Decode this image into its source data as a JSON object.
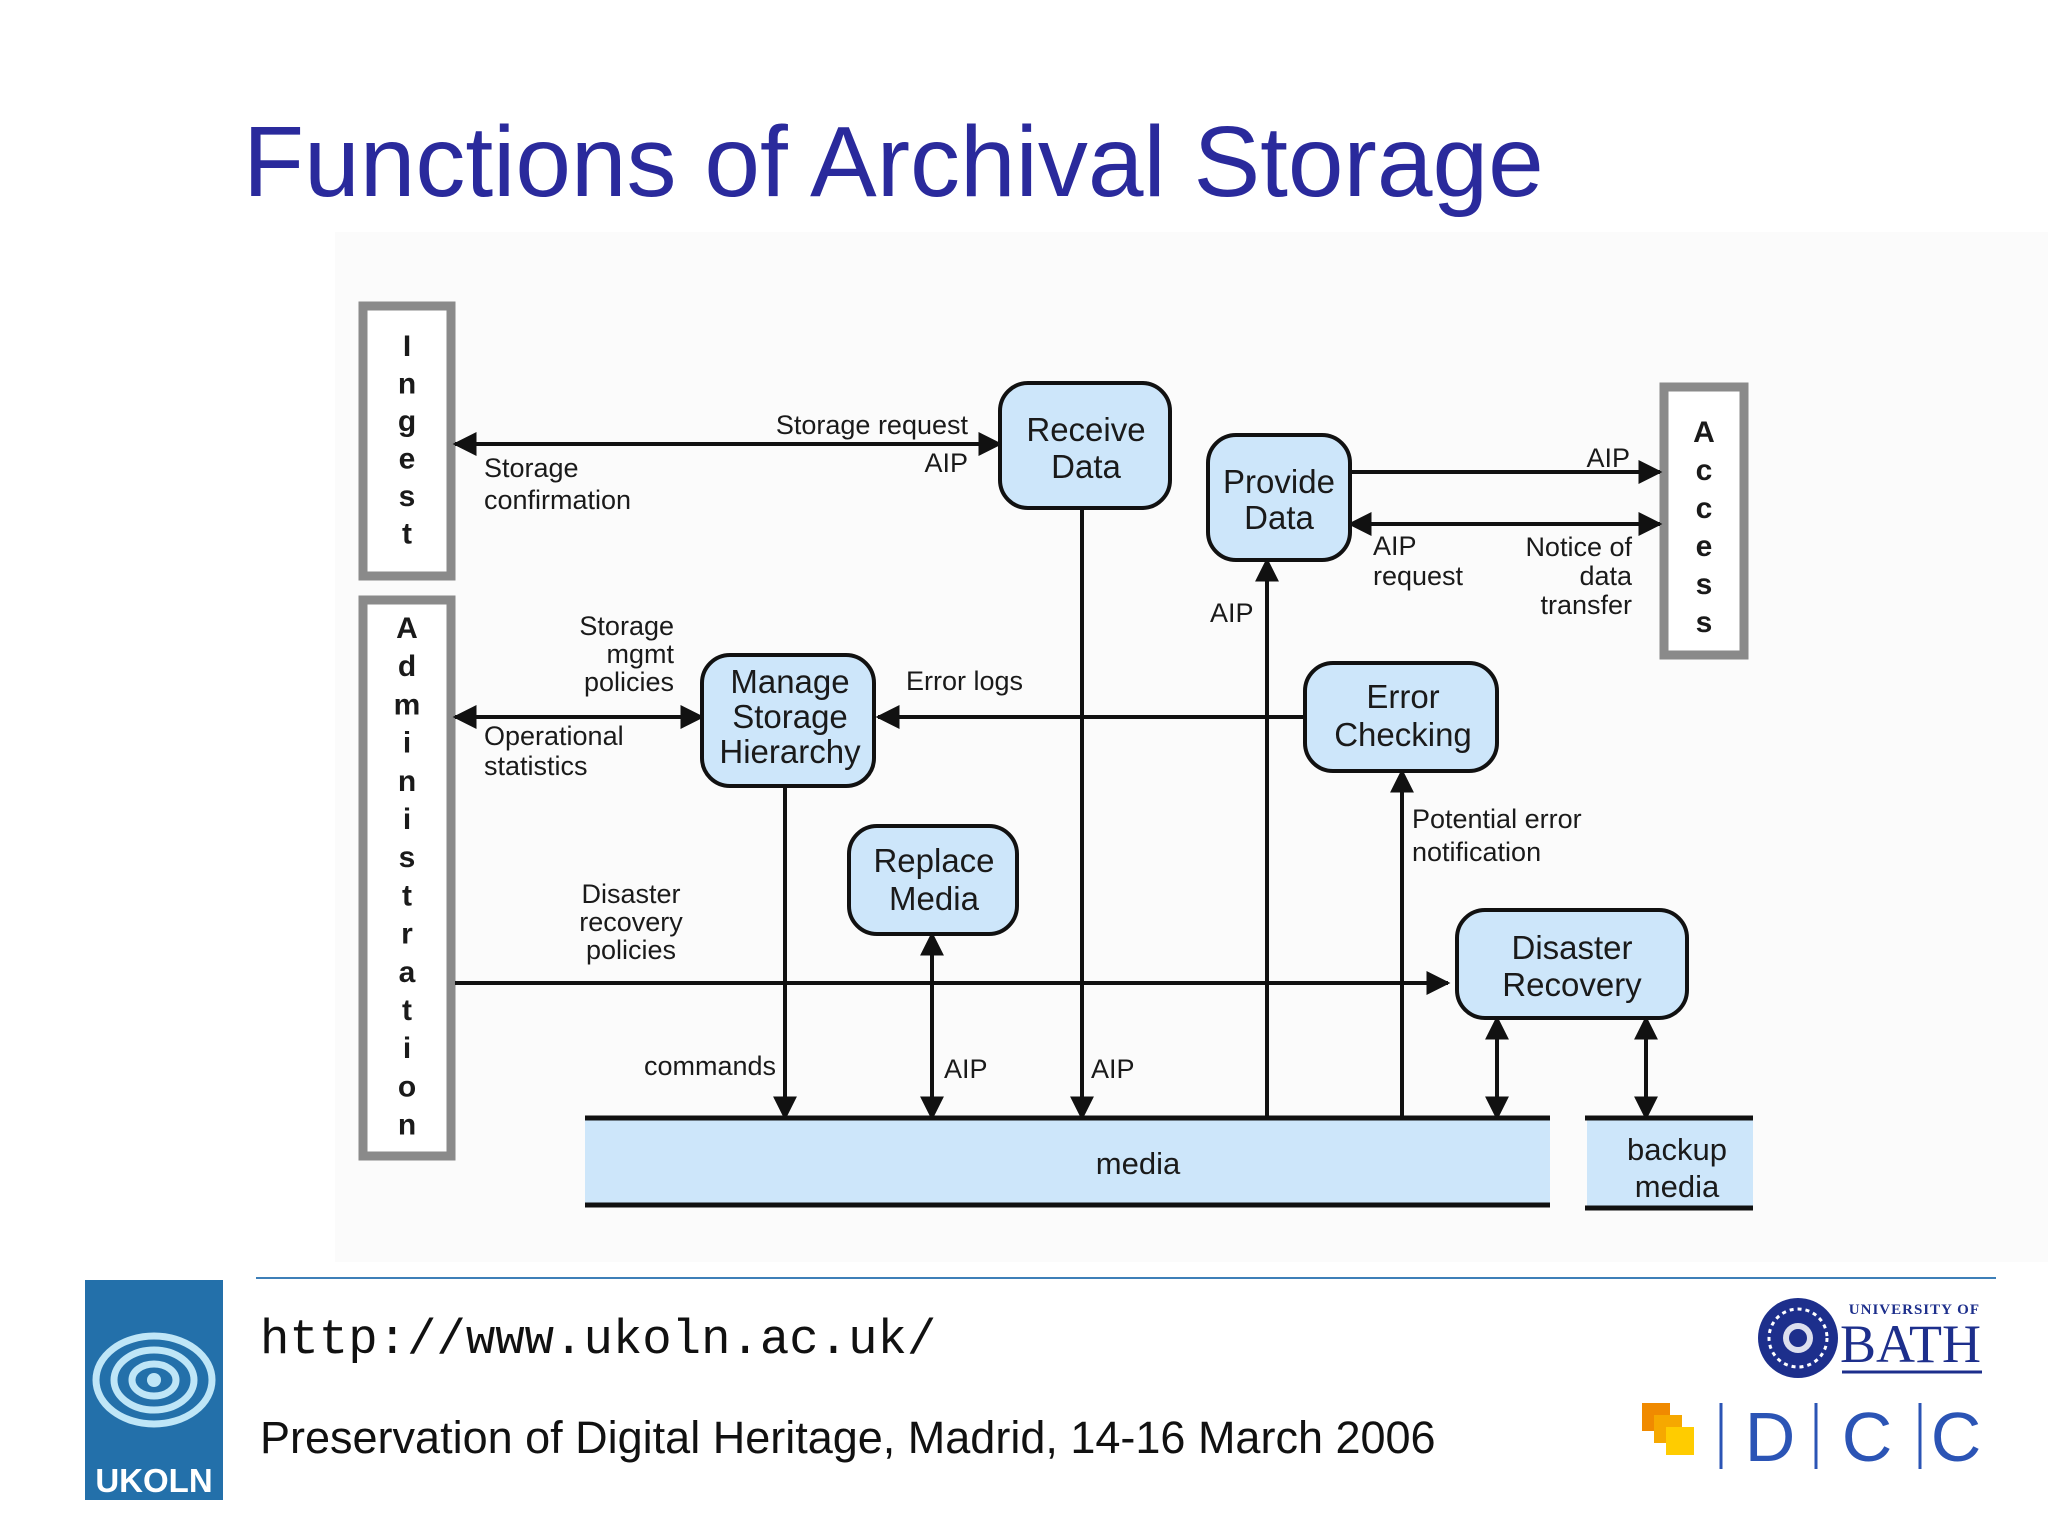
{
  "slide": {
    "title": "Functions of Archival Storage"
  },
  "diagram": {
    "externals": {
      "ingest": "Ingest",
      "administration": "Administration",
      "access": "Access"
    },
    "processes": {
      "receive_data": [
        "Receive",
        "Data"
      ],
      "provide_data": [
        "Provide",
        "Data"
      ],
      "manage_storage_hierarchy": [
        "Manage",
        "Storage",
        "Hierarchy"
      ],
      "error_checking": [
        "Error",
        "Checking"
      ],
      "replace_media": [
        "Replace",
        "Media"
      ],
      "disaster_recovery": [
        "Disaster",
        "Recovery"
      ]
    },
    "stores": {
      "media": "media",
      "backup_media": [
        "backup",
        "media"
      ]
    },
    "flow_labels": {
      "storage_request": "Storage request",
      "aip_to_receive": "AIP",
      "storage_confirmation": [
        "Storage",
        "confirmation"
      ],
      "aip_to_access": "AIP",
      "aip_request": [
        "AIP",
        "request"
      ],
      "notice_of_data_transfer": [
        "Notice of",
        "data",
        "transfer"
      ],
      "aip_to_provide": "AIP",
      "storage_mgmt_policies": [
        "Storage",
        "mgmt",
        "policies"
      ],
      "operational_statistics": [
        "Operational",
        "statistics"
      ],
      "error_logs": "Error logs",
      "potential_error_notification": [
        "Potential error",
        "notification"
      ],
      "disaster_recovery_policies": [
        "Disaster",
        "recovery",
        "policies"
      ],
      "commands": "commands",
      "aip_replace": "AIP",
      "aip_receive_media": "AIP"
    }
  },
  "footer": {
    "url": "http://www.ukoln.ac.uk/",
    "event": "Preservation of Digital Heritage, Madrid, 14-16 March 2006",
    "logos": {
      "ukoln": "UKOLN",
      "bath_small": "UNIVERSITY OF",
      "bath_large": "BATH",
      "dcc": [
        "D",
        "C",
        "C"
      ]
    }
  },
  "colors": {
    "title": "#2a2a9c",
    "process_fill": "#cde6fa",
    "footer_rule": "#3d7fb8",
    "bath_blue": "#1d2f8c",
    "dcc_blue": "#2b54b5"
  }
}
